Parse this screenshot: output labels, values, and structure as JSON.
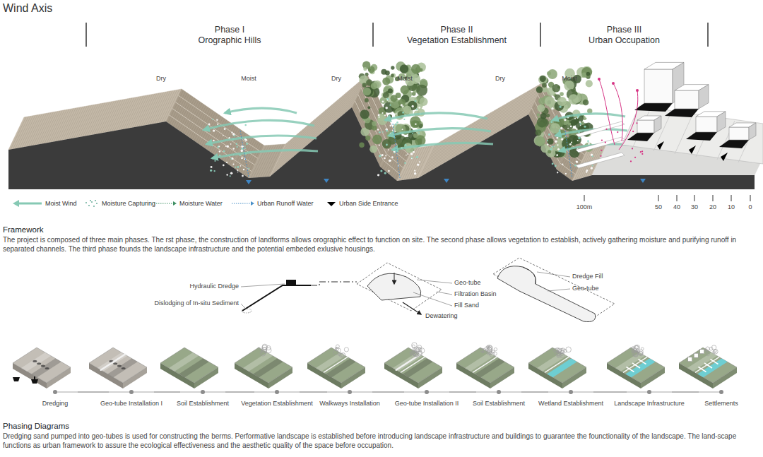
{
  "diagram": {
    "title": "Wind Axis",
    "nodes": [
      {
        "text": [
          "Phase I",
          "Orographic Hills"
        ]
      },
      {
        "text": [
          "Phase II",
          "Vegetation Establishment"
        ]
      },
      {
        "text": [
          "Phase III",
          "Urban Occupation"
        ]
      },
      {
        "text": [
          "Dredging"
        ]
      },
      {
        "text": [
          "Geo-tube Installation I"
        ]
      },
      {
        "text": [
          "Soil Establishment"
        ]
      },
      {
        "text": [
          "Vegetation Establishment"
        ]
      },
      {
        "text": [
          "Walkways Installation"
        ]
      },
      {
        "text": [
          "Geo-tube Installation II"
        ]
      },
      {
        "text": [
          "Soil Establishment"
        ]
      },
      {
        "text": [
          "Wetland Establishment"
        ]
      },
      {
        "text": [
          "Landscape Infrastructure"
        ]
      },
      {
        "text": [
          "Settlements"
        ]
      }
    ],
    "edges": [
      {
        "from": 3,
        "to": 4,
        "arrow": "none"
      },
      {
        "from": 4,
        "to": 5,
        "arrow": "none"
      },
      {
        "from": 5,
        "to": 6,
        "arrow": "none"
      },
      {
        "from": 6,
        "to": 7,
        "arrow": "none"
      },
      {
        "from": 7,
        "to": 8,
        "arrow": "none"
      },
      {
        "from": 8,
        "to": 9,
        "arrow": "none"
      },
      {
        "from": 9,
        "to": 10,
        "arrow": "none"
      },
      {
        "from": 10,
        "to": 11,
        "arrow": "none"
      },
      {
        "from": 11,
        "to": 12,
        "arrow": "none"
      }
    ],
    "labels": [
      "Dry",
      "Moist",
      "Dry",
      "Moist",
      "Dry",
      "Moist",
      "100m",
      "50",
      "40",
      "30",
      "20",
      "10",
      "0",
      "Framework",
      "The project is composed of three main phases. The rst phase, the construction of landforms allows orographic effect to function on site. The second phase allows vegetation to establish, actively gathering moisture and purifying runoff in separated channels. The third phase founds the landscape infrastructure and the potential embeded exlusive housings.",
      "Hydraulic Dredge",
      "Dislodging of In-situ Sediment",
      "Geo-tube",
      "Filtration Basin",
      "Fill Sand",
      "Dewatering",
      "Dredge Fill",
      "Geo-tube",
      "Phasing Diagrams",
      "Dredging sand pumped into geo-tubes is used for constructing the berms. Performative landscape is established before introducing landscape infrastructure and buildings to guarantee the founctionality of the landscape. The land-scape functions as urban framework to assure the ecological effectiveness and the aesthetic quality of the space before occupation."
    ],
    "legend": [
      {
        "text": "Moist Wind"
      },
      {
        "text": "Moisture Capturing"
      },
      {
        "text": "Moisture Water"
      },
      {
        "text": "Urban Runoff Water"
      },
      {
        "text": "Urban Side Entrance"
      }
    ]
  }
}
